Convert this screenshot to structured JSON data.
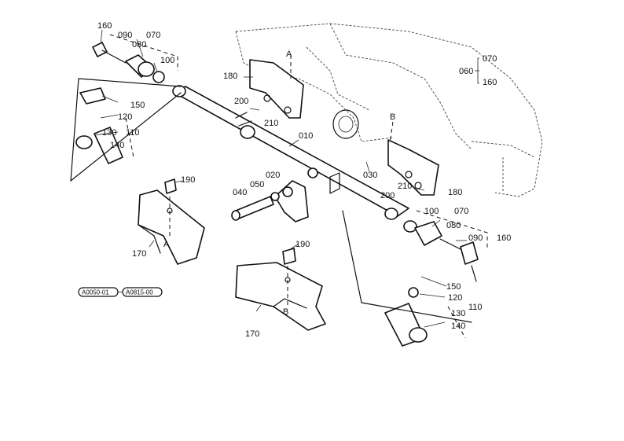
{
  "callouts": {
    "c160a": "160",
    "c090a": "090",
    "c080a": "080",
    "c070a": "070",
    "c100a": "100",
    "c180a": "180",
    "c200a": "200",
    "c210a": "210",
    "c150a": "150",
    "c120a": "120",
    "c130a": "130",
    "c110a": "110",
    "c140a": "140",
    "c010": "010",
    "c030": "030",
    "c020": "020",
    "c050": "050",
    "c040": "040",
    "c190a": "190",
    "c170a": "170",
    "c070r": "070",
    "c060": "060",
    "c160r": "160",
    "c180b": "180",
    "c210b": "210",
    "c200b": "200",
    "c100b": "100",
    "c070b": "070",
    "c080b": "080",
    "c090b": "090",
    "c160b": "160",
    "c150b": "150",
    "c120b": "120",
    "c110b": "110",
    "c130b": "130",
    "c140b": "140",
    "c190b": "190",
    "c170b": "170"
  },
  "view_marks": {
    "a1": "A",
    "a2": "A",
    "b1": "B",
    "b2": "B"
  },
  "ref_codes": {
    "left": "A0050-01",
    "right": "A0815-00"
  }
}
